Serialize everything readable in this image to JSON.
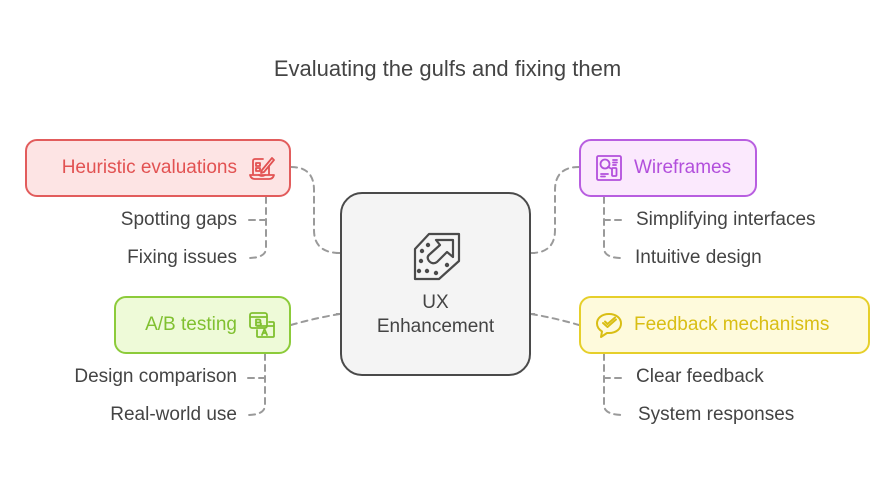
{
  "title": "Evaluating the gulfs and fixing them",
  "center": {
    "icon": "ux-enhancement-icon",
    "line1": "UX",
    "line2": "Enhancement"
  },
  "branches": [
    {
      "label": "Heuristic evaluations",
      "icon": "heuristic-evaluation-icon",
      "color": "#e25c5c",
      "fill": "#fde4e4",
      "children": [
        "Spotting gaps",
        "Fixing issues"
      ]
    },
    {
      "label": "A/B testing",
      "icon": "ab-testing-icon",
      "color": "#8ccb3a",
      "fill": "#eefad8",
      "children": [
        "Design comparison",
        "Real-world use"
      ]
    },
    {
      "label": "Wireframes",
      "icon": "wireframe-icon",
      "color": "#b85ee0",
      "fill": "#fbe9fd",
      "children": [
        "Simplifying interfaces",
        "Intuitive design"
      ]
    },
    {
      "label": "Feedback mechanisms",
      "icon": "feedback-chat-check-icon",
      "color": "#e6cf2a",
      "fill": "#fefadc",
      "children": [
        "Clear feedback",
        "System responses"
      ]
    }
  ]
}
